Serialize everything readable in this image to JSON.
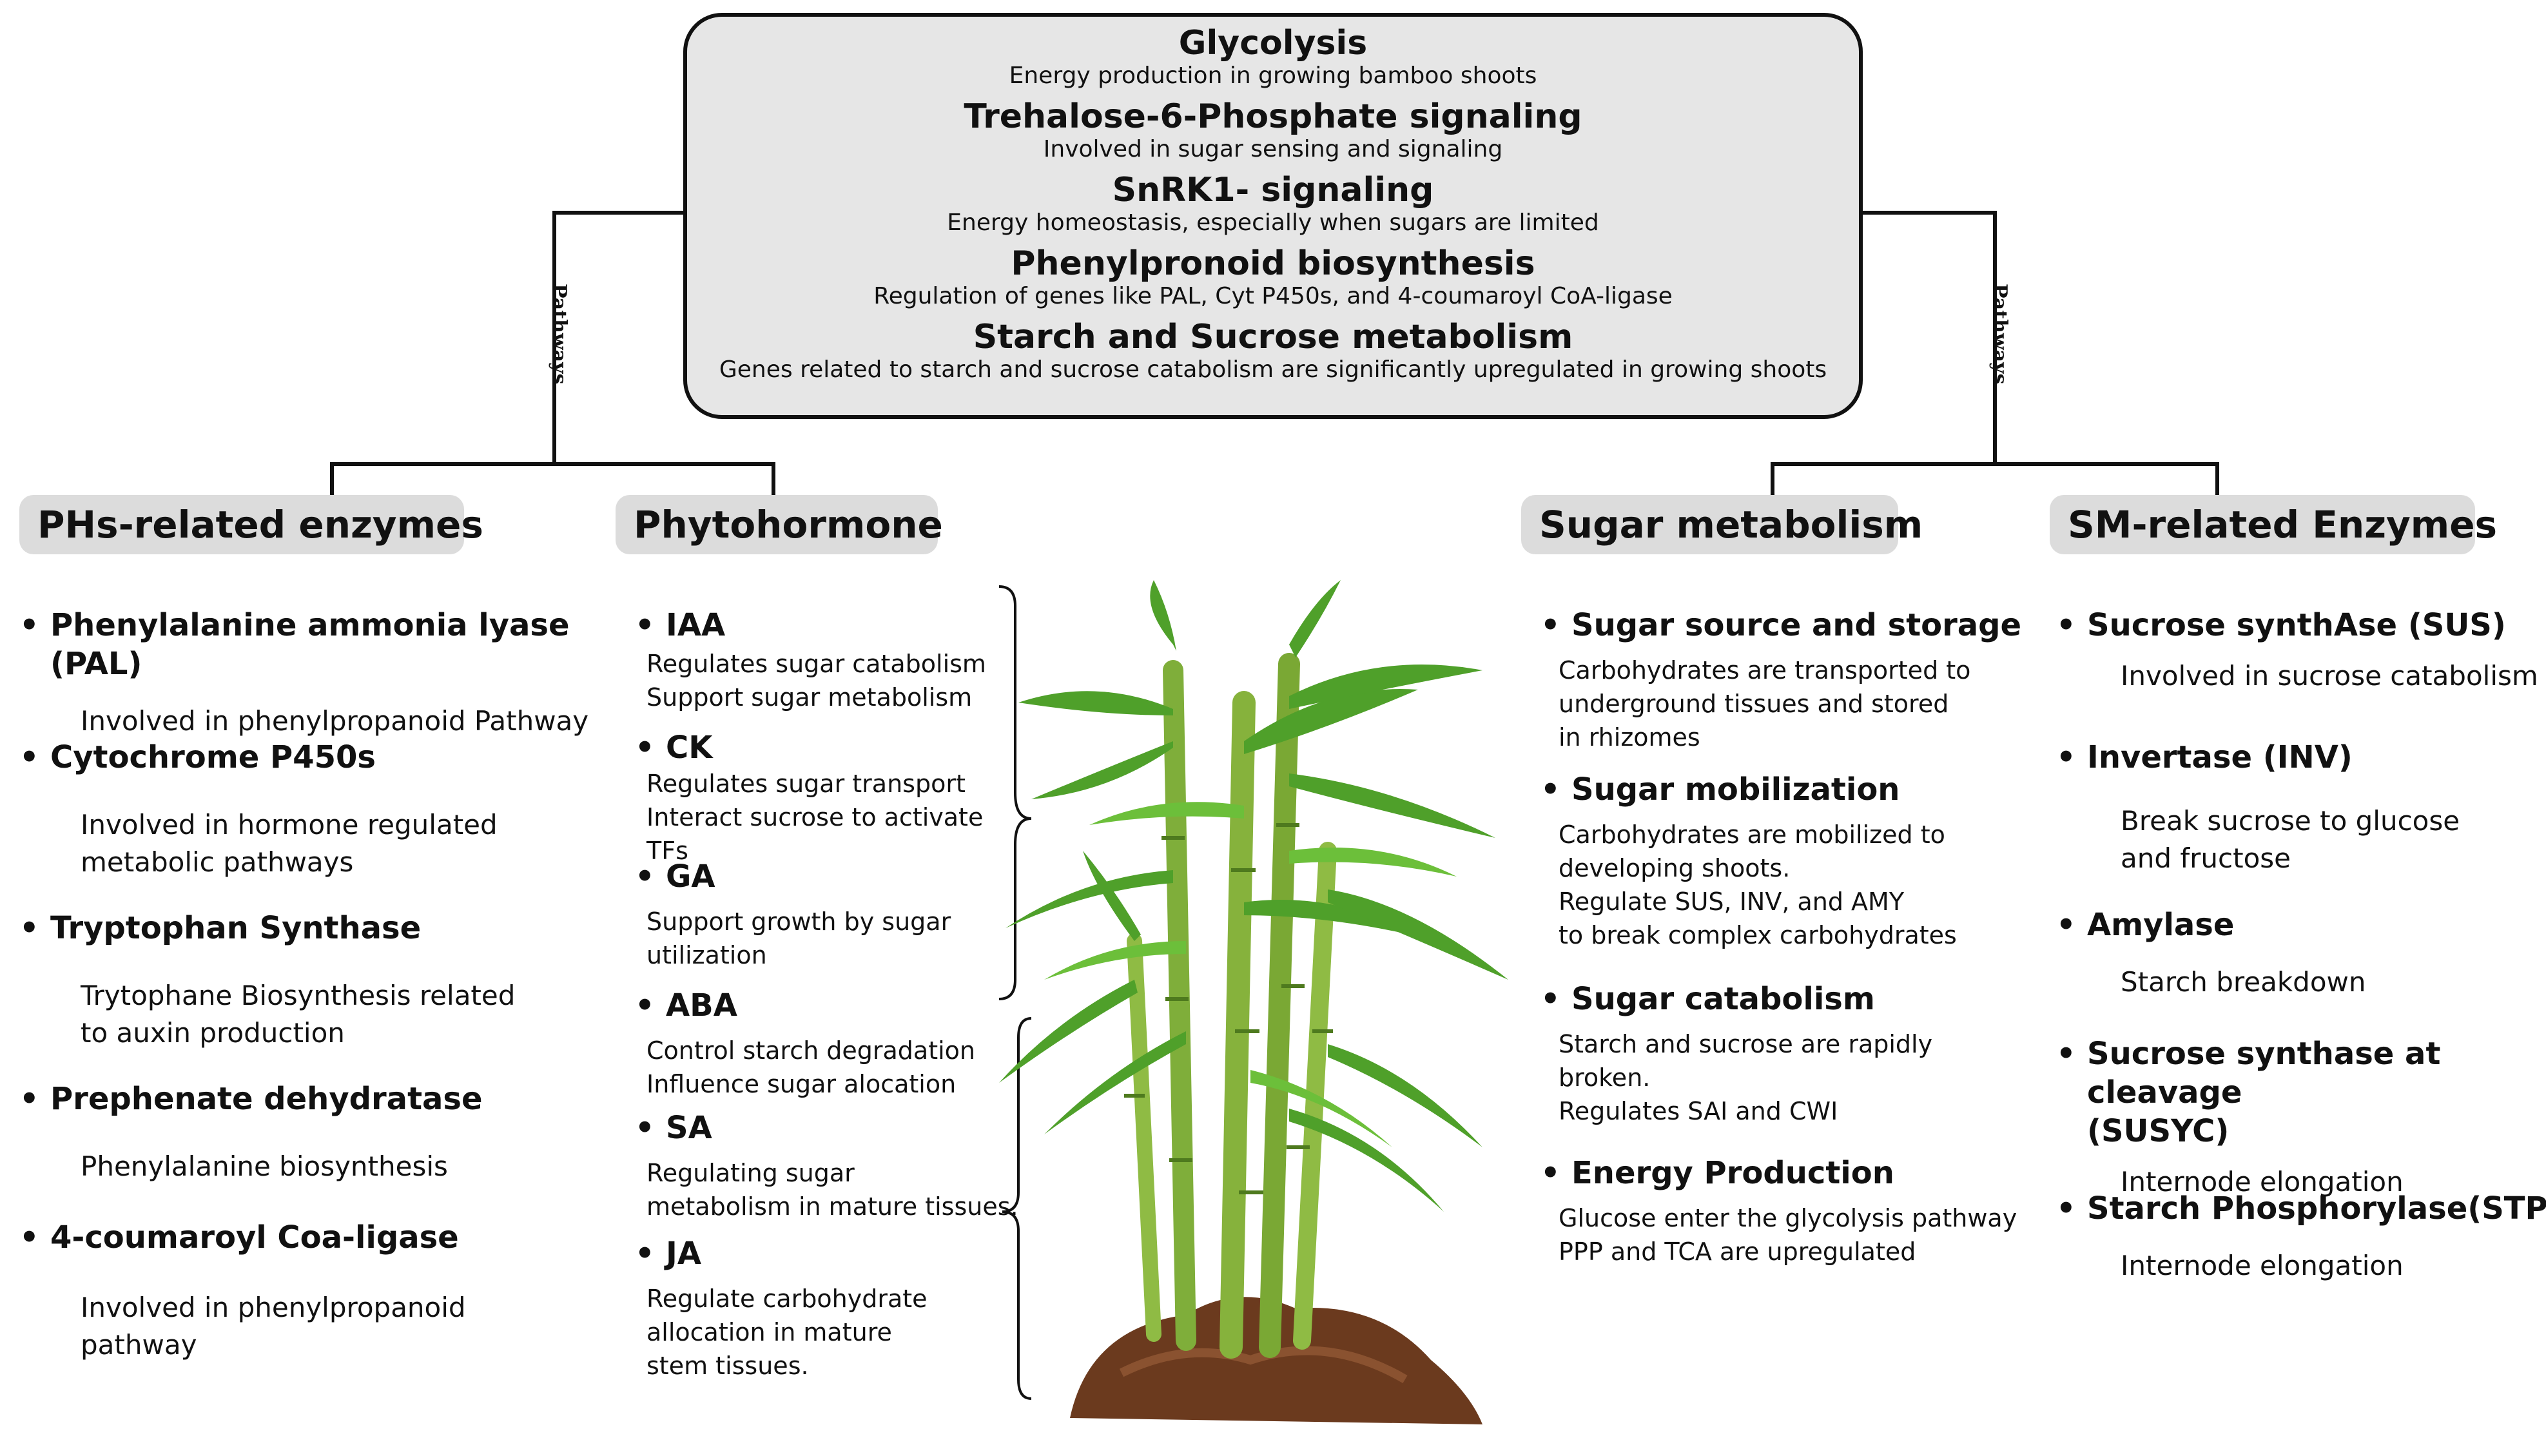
{
  "pathways": {
    "label_left": "Pathways",
    "label_right": "Pathways",
    "items": [
      {
        "title": "Glycolysis",
        "desc": "Energy production in growing bamboo shoots"
      },
      {
        "title": "Trehalose-6-Phosphate signaling",
        "desc": "Involved in sugar sensing and signaling"
      },
      {
        "title": "SnRK1- signaling",
        "desc": "Energy homeostasis, especially when sugars are limited"
      },
      {
        "title": "Phenylpronoid biosynthesis",
        "desc": "Regulation of genes like PAL, Cyt P450s, and 4-coumaroyl CoA-ligase"
      },
      {
        "title": "Starch and Sucrose metabolism",
        "desc": "Genes related to starch and sucrose catabolism are significantly upregulated in growing shoots"
      }
    ]
  },
  "headers": {
    "phs": "PHs-related enzymes",
    "phyto": "Phytohormone",
    "sugar": "Sugar metabolism",
    "sm": "SM-related Enzymes"
  },
  "phs_items": [
    {
      "title": "Phenylalanine ammonia lyase (PAL)",
      "desc": "Involved in phenylpropanoid Pathway"
    },
    {
      "title": "Cytochrome P450s",
      "desc": "Involved in hormone regulated\nmetabolic pathways"
    },
    {
      "title": "Tryptophan Synthase",
      "desc": "Trytophane Biosynthesis related\nto auxin production"
    },
    {
      "title": "Prephenate dehydratase",
      "desc": "Phenylalanine biosynthesis"
    },
    {
      "title": "4-coumaroyl Coa-ligase",
      "desc": "Involved in phenylpropanoid\npathway"
    }
  ],
  "phyto_items": [
    {
      "title": "IAA",
      "desc": "Regulates sugar catabolism\nSupport sugar metabolism"
    },
    {
      "title": "CK",
      "desc": "Regulates sugar transport\nInteract sucrose to activate\nTFs"
    },
    {
      "title": "GA",
      "desc": "Support growth by sugar\nutilization"
    },
    {
      "title": "ABA",
      "desc": "Control starch degradation\nInfluence sugar alocation"
    },
    {
      "title": "SA",
      "desc": "Regulating sugar\nmetabolism in mature tissues."
    },
    {
      "title": "JA",
      "desc": "Regulate carbohydrate\nallocation  in mature\nstem tissues."
    }
  ],
  "sugar_items": [
    {
      "title": "Sugar source and storage",
      "desc": "Carbohydrates are transported to\nunderground tissues and stored\nin rhizomes"
    },
    {
      "title": "Sugar mobilization",
      "desc": "Carbohydrates are mobilized to\ndeveloping shoots.\nRegulate SUS, INV, and AMY\nto break complex carbohydrates"
    },
    {
      "title": "Sugar catabolism",
      "desc": "Starch and sucrose are rapidly\nbroken.\nRegulates SAI and  CWI"
    },
    {
      "title": "Energy Production",
      "desc": "Glucose enter the glycolysis pathway\nPPP and TCA are upregulated"
    }
  ],
  "sm_items": [
    {
      "title": "Sucrose synthAse (SUS)",
      "desc": "Involved in sucrose catabolism"
    },
    {
      "title": "Invertase (INV)",
      "desc": "Break sucrose to glucose\nand fructose"
    },
    {
      "title": "Amylase",
      "desc": "Starch breakdown"
    },
    {
      "title": "Sucrose synthase  at cleavage\n(SUSYC)",
      "desc": "Internode elongation"
    },
    {
      "title": "Starch Phosphorylase(STP)",
      "desc": "Internode elongation"
    }
  ],
  "colors": {
    "box_fill": "#e6e6e6",
    "header_fill": "#dcdcdc",
    "line": "#111111",
    "leaf": "#4fa02a",
    "stem": "#7fae3a",
    "soil": "#6b3a1e"
  }
}
